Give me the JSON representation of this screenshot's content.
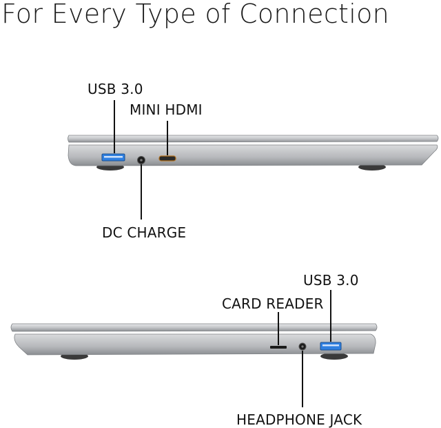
{
  "title": "For Every Type of Connection",
  "laptop_left_side": {
    "labels": {
      "usb": "USB 3.0",
      "mini_hdmi": "MINI HDMI",
      "dc_charge": "DC CHARGE"
    }
  },
  "laptop_right_side": {
    "labels": {
      "usb": "USB 3.0",
      "card_reader": "CARD READER",
      "headphone_jack": "HEADPHONE JACK"
    }
  },
  "colors": {
    "usb_port": "#2f7fe0",
    "body_silver": "#c9cbce",
    "body_dark": "#8f9296",
    "leader_line": "#111111"
  }
}
